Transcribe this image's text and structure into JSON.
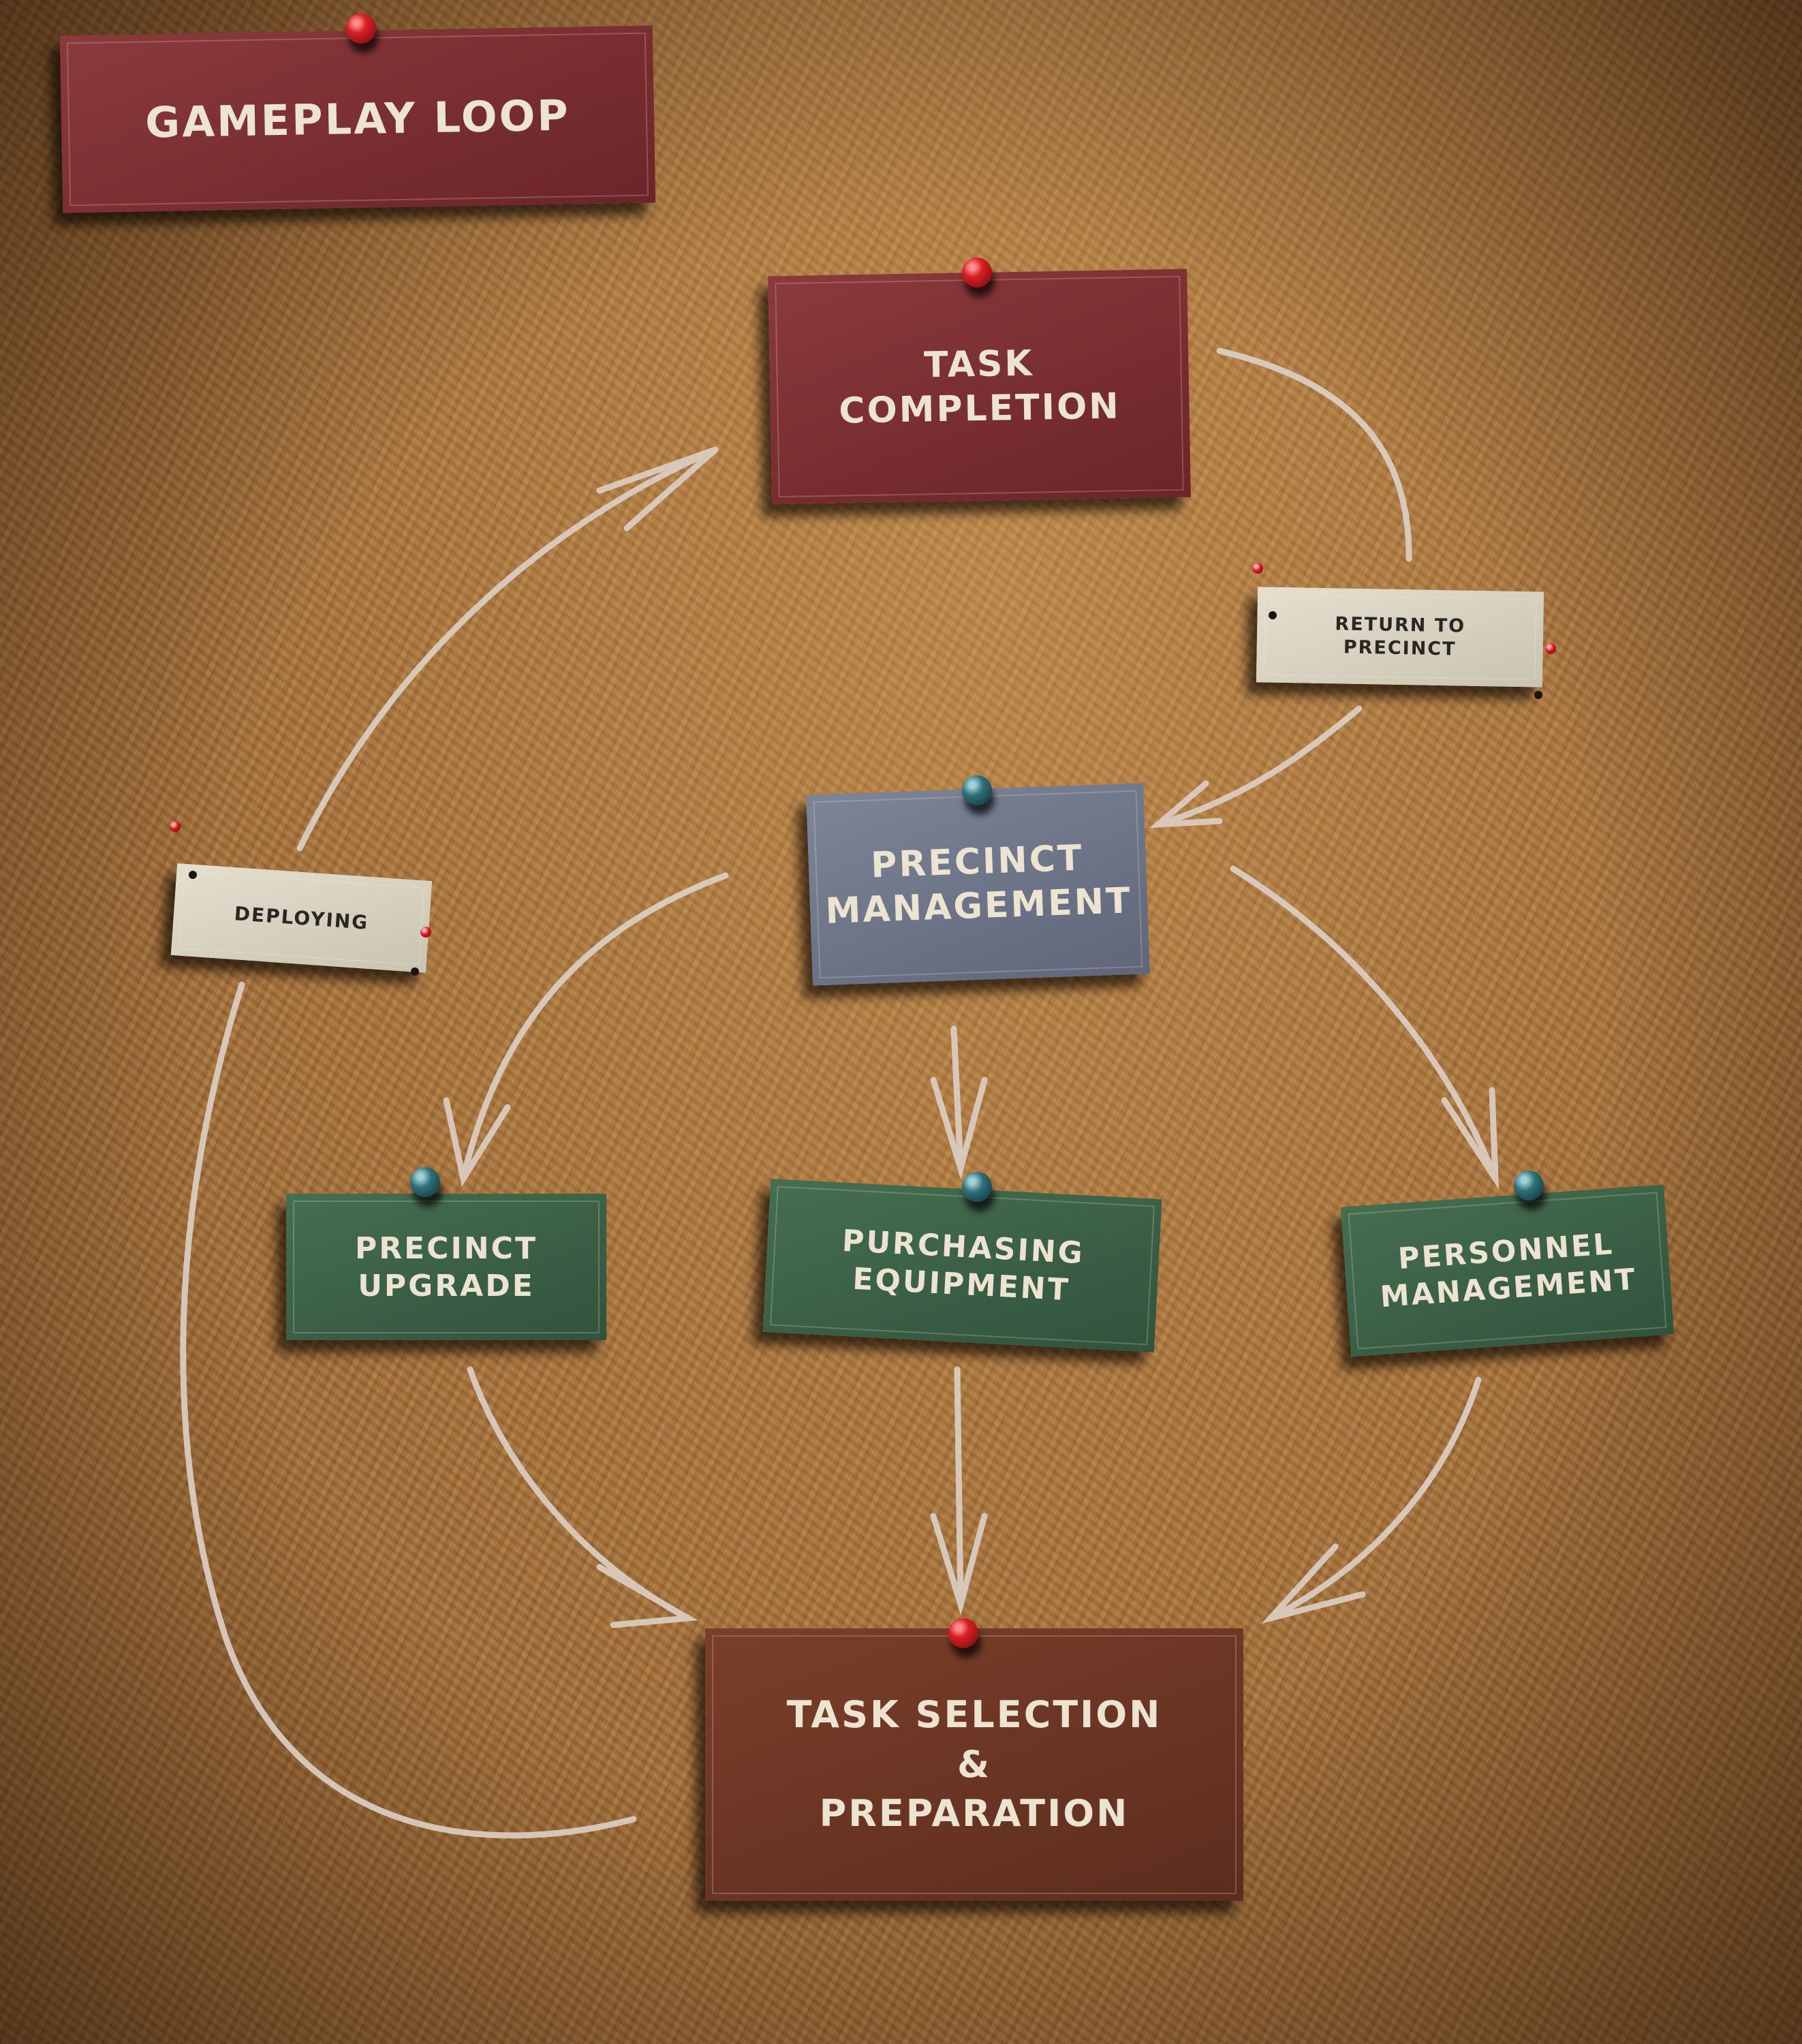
{
  "title": "GAMEPLAY LOOP",
  "nodes": {
    "task_completion": "TASK\nCOMPLETION",
    "precinct_management": "PRECINCT\nMANAGEMENT",
    "precinct_upgrade": "PRECINCT\nUPGRADE",
    "purchasing_equipment": "PURCHASING\nEQUIPMENT",
    "personnel_management": "PERSONNEL\nMANAGEMENT",
    "task_selection": "TASK SELECTION\n&\nPREPARATION"
  },
  "edge_labels": {
    "return_to_precinct": "RETURN TO\nPRECINCT",
    "deploying": "DEPLOYING"
  },
  "colors": {
    "board": "#a8743e",
    "title_card": "#7a2f31",
    "task_completion_card": "#7a2f31",
    "precinct_management_card": "#6e7588",
    "branch_cards": "#3c6147",
    "task_selection_card": "#6b3424",
    "label_paper": "#d6d1c0",
    "arrow": "#ddd0c6",
    "pin_red": "#d71f24",
    "pin_teal": "#2f6e78"
  }
}
